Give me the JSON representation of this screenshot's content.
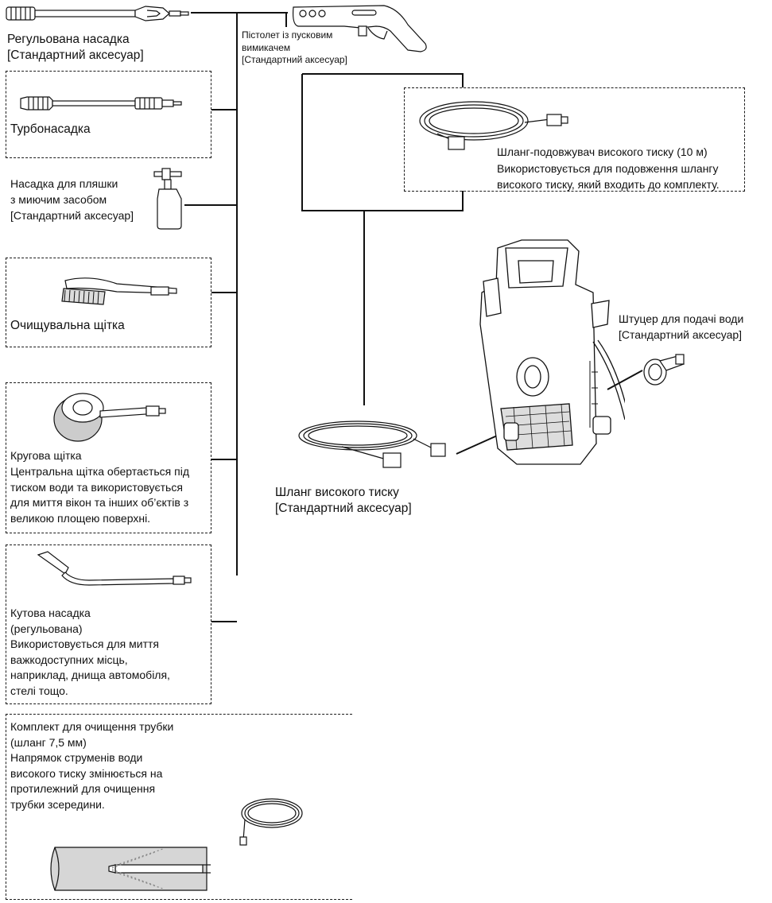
{
  "items": {
    "adjustable_nozzle": {
      "title": "Регульована насадка",
      "note": "[Стандартний аксесуар]"
    },
    "turbo_nozzle": {
      "title": "Турбонасадка"
    },
    "bottle_nozzle": {
      "title": "Насадка для пляшки\nз миючим засобом",
      "note": "[Стандартний аксесуар]"
    },
    "cleaning_brush": {
      "title": "Очищувальна щітка"
    },
    "rotary_brush": {
      "title": "Кругова щітка",
      "desc": "Центральна щітка обертається під\nтиском води та використовується\nдля миття вікон та інших об’єктів з\nвеликою площею поверхні."
    },
    "angle_nozzle": {
      "title": "Кутова насадка\n(регульована)",
      "desc": "Використовується для миття\nважкодоступних місць,\nнаприклад, днища автомобіля,\nстелі тощо."
    },
    "pipe_kit": {
      "title": "Комплект для очищення трубки\n(шланг 7,5 мм)",
      "desc": "Напрямок струменів води\nвисокого тиску змінюється на\nпротилежний для очищення\nтрубки зсередини."
    },
    "trigger_gun": {
      "title": "Пістолет із пусковим\nвимикачем",
      "note": "[Стандартний аксесуар]"
    },
    "extension_hose": {
      "title": "Шланг-подовжувач високого тиску (10 м)",
      "desc": "Використовується для подовження шлангу\nвисокого тиску, який входить до комплекту."
    },
    "water_inlet": {
      "title": "Штуцер для подачі води",
      "note": "[Стандартний аксесуар]"
    },
    "hp_hose": {
      "title": "Шланг високого тиску",
      "note": "[Стандартний аксесуар]"
    }
  }
}
